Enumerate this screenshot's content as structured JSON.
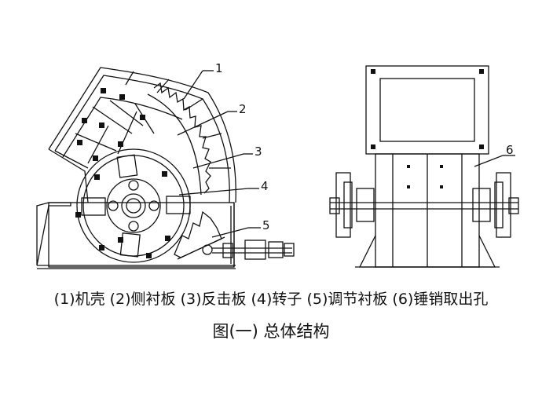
{
  "figure": {
    "callouts": [
      "1",
      "2",
      "3",
      "4",
      "5",
      "6"
    ],
    "legend": "(1)机壳 (2)侧衬板 (3)反击板 (4)转子 (5)调节衬板 (6)锤销取出孔",
    "title": "图(一)  总体结构"
  }
}
